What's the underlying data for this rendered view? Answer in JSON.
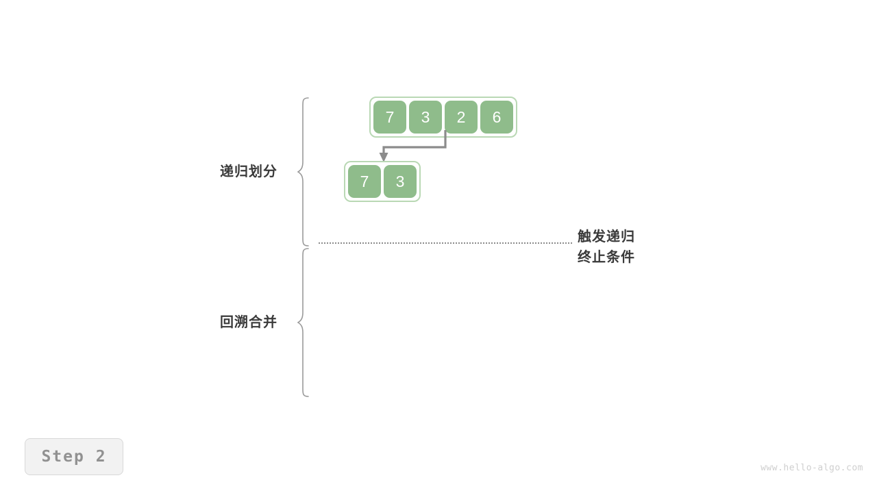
{
  "meta": {
    "background_color": "#ffffff"
  },
  "colors": {
    "cell_fill": "#8fbc8b",
    "cell_text": "#ffffff",
    "array_border": "#b9d8b4",
    "brace_stroke": "#999999",
    "arrow_stroke": "#8c8c8c",
    "label_text": "#3a3a3a",
    "dotted_line": "#8a8a8a",
    "badge_bg": "#f2f2f2",
    "badge_border": "#d8d8d8",
    "badge_text": "#919191",
    "watermark_text": "#cfcfcf"
  },
  "sections": [
    {
      "id": "divide",
      "label": "递归划分"
    },
    {
      "id": "merge",
      "label": "回溯合并"
    }
  ],
  "arrays": [
    {
      "id": "array-root",
      "name": "root-array",
      "values": [
        "7",
        "3",
        "2",
        "6"
      ]
    },
    {
      "id": "array-left",
      "name": "left-subarray",
      "values": [
        "7",
        "3"
      ]
    }
  ],
  "annotation": {
    "line1": "触发递归",
    "line2": "终止条件"
  },
  "badge": {
    "label": "Step 2"
  },
  "watermark": {
    "text": "www.hello-algo.com"
  },
  "icons": {
    "arrow": "down-arrow-icon",
    "brace_top": "curly-brace-icon",
    "brace_bottom": "curly-brace-icon"
  }
}
